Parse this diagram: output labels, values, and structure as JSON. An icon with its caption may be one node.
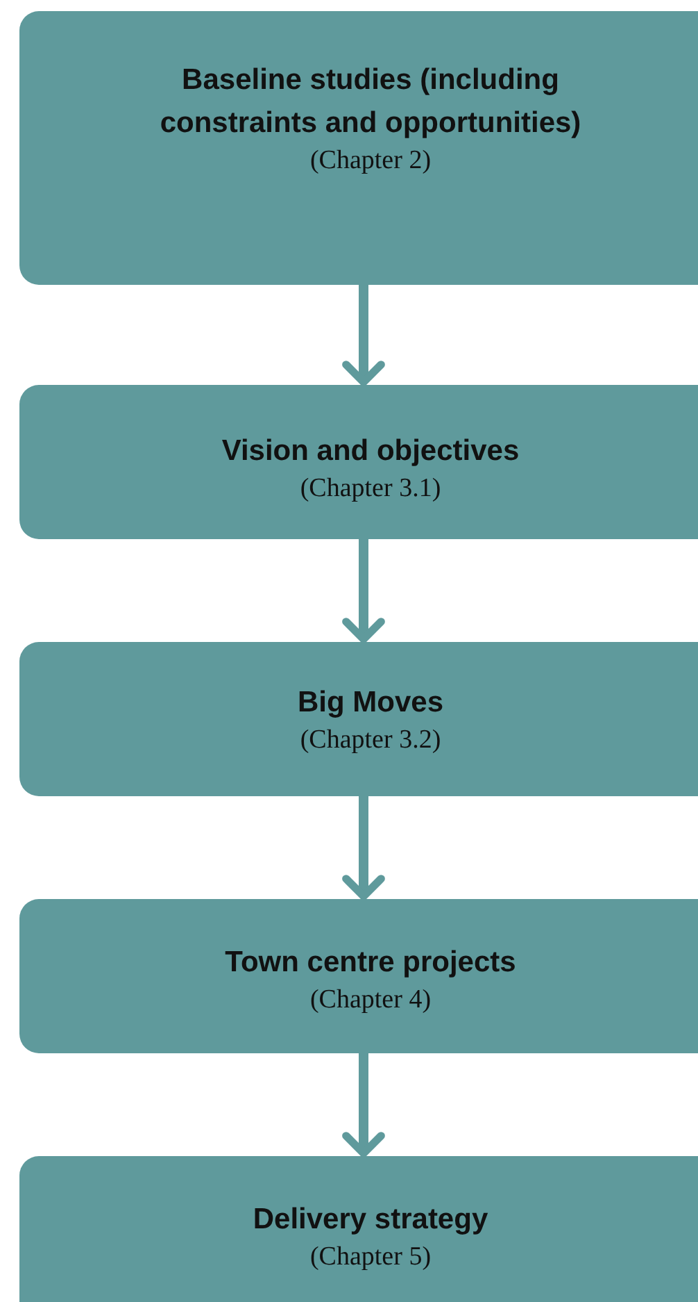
{
  "diagram": {
    "nodes": [
      {
        "text": [
          "Baseline studies (including constraints and opportunities)",
          "(Chapter 2)"
        ]
      },
      {
        "text": [
          "Vision and objectives",
          "(Chapter 3.1)"
        ]
      },
      {
        "text": [
          "Big Moves",
          "(Chapter 3.2)"
        ]
      },
      {
        "text": [
          "Town centre projects",
          "(Chapter 4)"
        ]
      },
      {
        "text": [
          "Delivery strategy",
          "(Chapter 5)"
        ]
      }
    ],
    "edges": [
      {
        "from": 0,
        "to": 1,
        "arrow": "to"
      },
      {
        "from": 1,
        "to": 2,
        "arrow": "to"
      },
      {
        "from": 2,
        "to": 3,
        "arrow": "to"
      },
      {
        "from": 3,
        "to": 4,
        "arrow": "to"
      }
    ]
  }
}
